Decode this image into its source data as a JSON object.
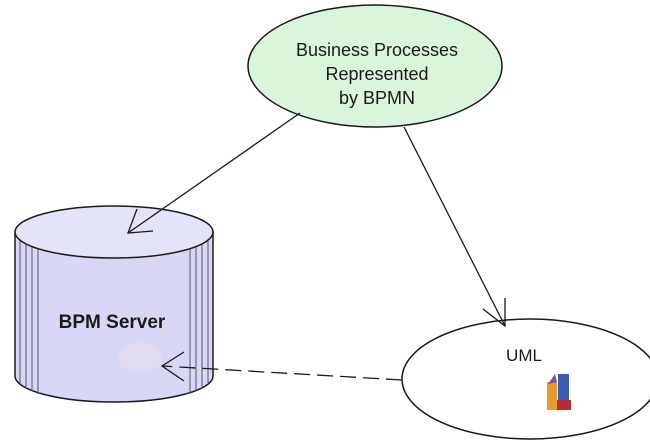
{
  "colors": {
    "background": "#ffffff",
    "ellipse_fill": "#d9f5dc",
    "cylinder_fill": "#d8d8f6",
    "outline": "#1a1a1a"
  },
  "nodes": {
    "business_processes": {
      "lines": [
        "Business Processes",
        "Represented",
        "by BPMN"
      ]
    },
    "bpm_server": {
      "label": "BPM Server"
    },
    "uml": {
      "label": "UML",
      "icon": "uml-logo-icon"
    }
  },
  "edges": [
    {
      "from": "business_processes",
      "to": "bpm_server",
      "style": "solid"
    },
    {
      "from": "business_processes",
      "to": "uml",
      "style": "solid"
    },
    {
      "from": "uml",
      "to": "bpm_server",
      "style": "dashed"
    }
  ]
}
